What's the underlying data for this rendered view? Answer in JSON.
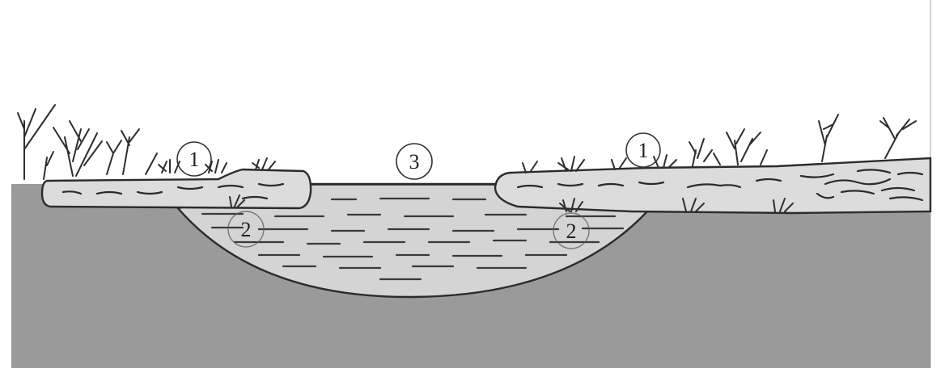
{
  "labels": {
    "marker_1_left": "1",
    "marker_1_right": "1",
    "marker_2_left": "2",
    "marker_2_right": "2",
    "marker_3": "3"
  },
  "colors": {
    "ground": "#9a9a9a",
    "mat": "#dcdcdc",
    "water": "#d4d4d4",
    "ink": "#2b2b2b",
    "sky": "#ffffff"
  }
}
